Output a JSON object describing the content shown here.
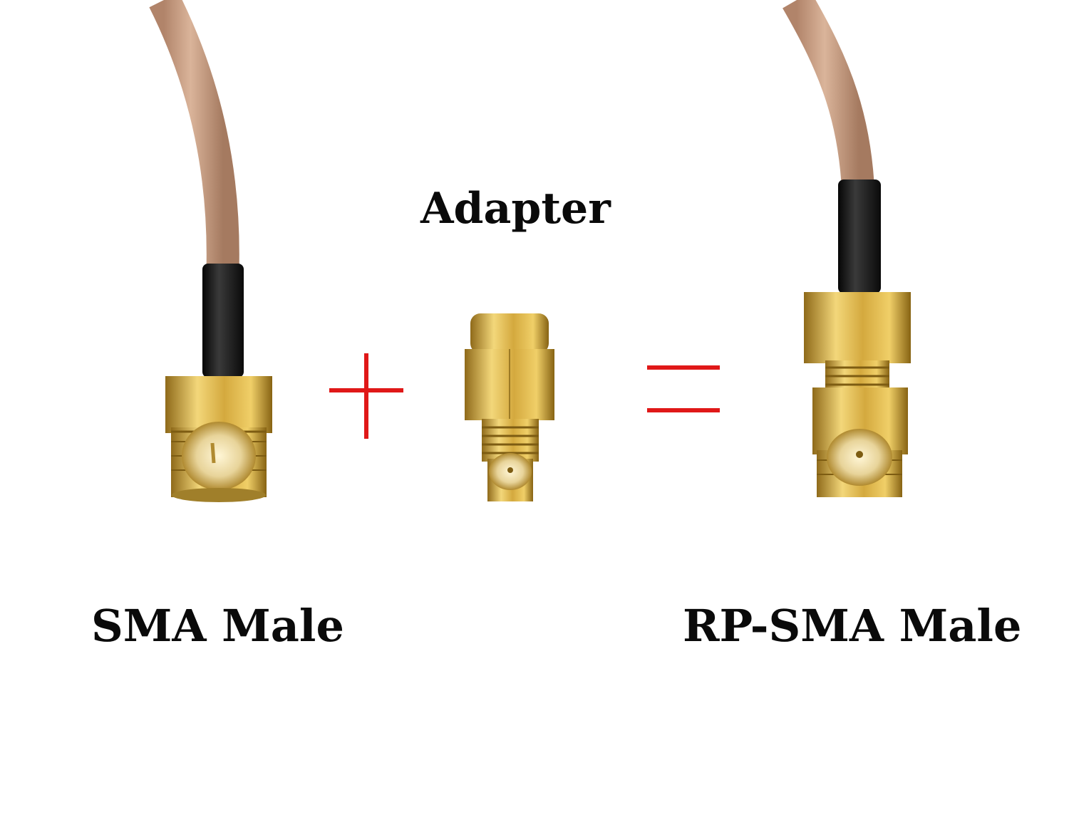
{
  "labels": {
    "adapter": "Adapter",
    "left_connector": "SMA Male",
    "right_connector": "RP-SMA Male"
  },
  "symbols": {
    "plus_color": "#e01818",
    "equals_color": "#e01818"
  },
  "colors": {
    "cable": "#c69a7c",
    "heat_shrink": "#141414",
    "gold": "#d9b24a",
    "background": "#ffffff"
  }
}
